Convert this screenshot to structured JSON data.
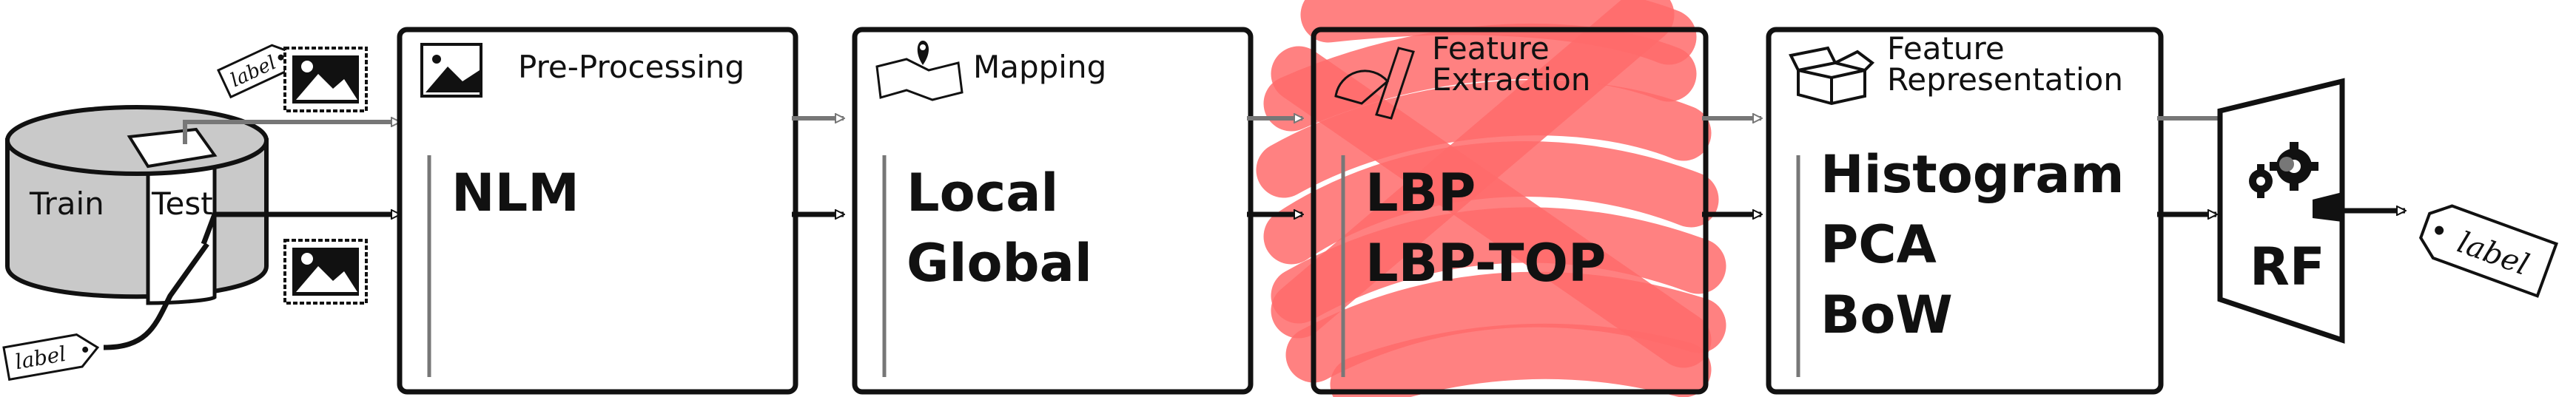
{
  "database": {
    "train_label": "Train",
    "test_label": "Test"
  },
  "tags": {
    "label_text": "label"
  },
  "stages": [
    {
      "id": "preprocessing",
      "title_lines": [
        "Pre-Processing"
      ],
      "icon": "image-frame-icon",
      "methods": [
        "NLM"
      ]
    },
    {
      "id": "mapping",
      "title_lines": [
        "Mapping"
      ],
      "icon": "map-pin-icon",
      "methods": [
        "Local",
        "Global"
      ]
    },
    {
      "id": "feature-extraction",
      "title_lines": [
        "Feature",
        "Extraction"
      ],
      "icon": "protractor-ruler-icon",
      "methods": [
        "LBP",
        "LBP-TOP"
      ],
      "highlighted": true
    },
    {
      "id": "feature-representation",
      "title_lines": [
        "Feature",
        "Representation"
      ],
      "icon": "open-box-icon",
      "methods": [
        "Histogram",
        "PCA",
        "BoW"
      ]
    }
  ],
  "classifier": {
    "label": "RF",
    "icon": "gears-icon"
  },
  "colors": {
    "highlight": "#ff6b6b",
    "highlight_text_1": "#6b4a00",
    "highlight_text_2": "#8a0000",
    "train_fill": "#c9c9c9",
    "gray_arrow": "#777777",
    "ink": "#111111"
  }
}
